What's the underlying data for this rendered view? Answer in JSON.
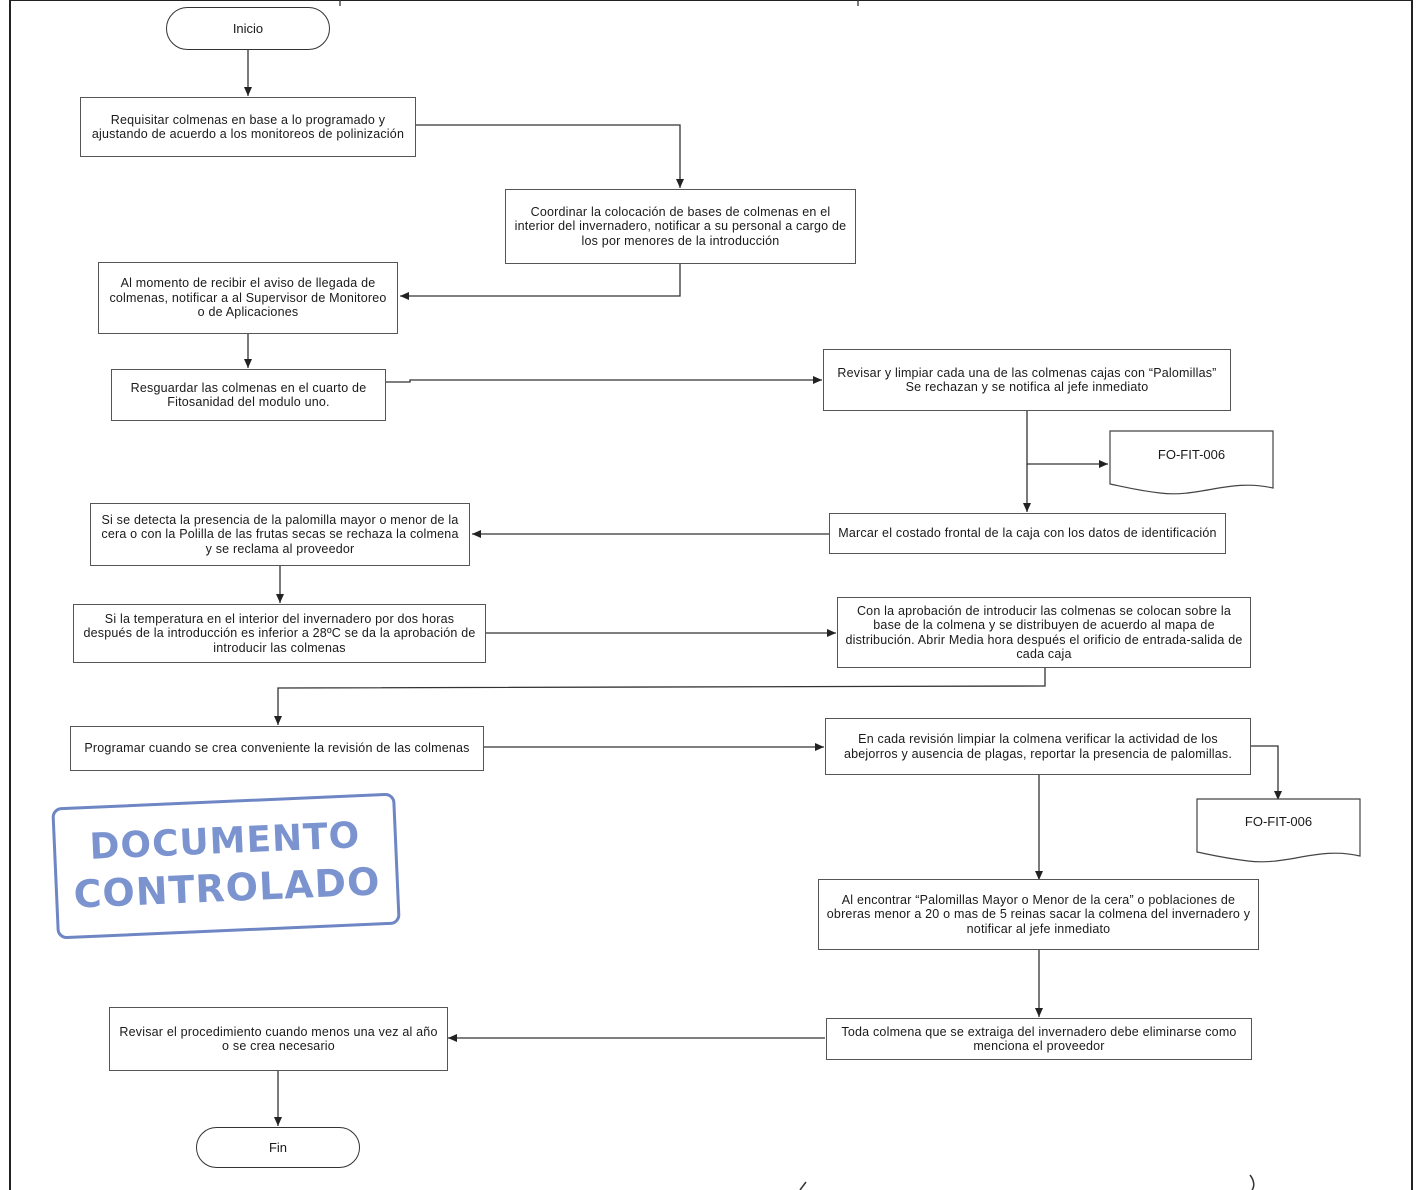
{
  "flow": {
    "start": "Inicio",
    "end": "Fin",
    "steps": {
      "s1": "Requisitar colmenas en base a lo programado y ajustando de acuerdo a los monitoreos de polinización",
      "s2": "Coordinar la colocación de bases de colmenas en el interior del invernadero, notificar a su personal a cargo de los por menores de la introducción",
      "s3": "Al momento de recibir el aviso de llegada de colmenas, notificar a al Supervisor de Monitoreo o de Aplicaciones",
      "s4": "Resguardar las colmenas en el cuarto de Fitosanidad del modulo uno.",
      "s5": "Revisar y limpiar cada una de las colmenas cajas con “Palomillas” Se rechazan y se notifica al jefe inmediato",
      "s6": "Marcar el costado frontal de la caja con los datos de identificación",
      "s7": "Si se detecta la presencia de la palomilla mayor o menor de la cera o con la Polilla de las frutas secas se rechaza la colmena y se reclama al proveedor",
      "s8": "Si la temperatura en el interior del invernadero por dos horas después de la introducción es inferior a 28ºC se da la aprobación de introducir las colmenas",
      "s9": "Con la aprobación de introducir las colmenas se colocan sobre la base de la colmena y se distribuyen de acuerdo al mapa de distribución. Abrir Media hora después el orificio de entrada-salida de cada caja",
      "s10": "Programar cuando se crea conveniente la revisión de las colmenas",
      "s11": "En cada revisión limpiar la colmena verificar la actividad de los abejorros y ausencia de plagas, reportar la presencia de palomillas.",
      "s12": "Al encontrar “Palomillas Mayor o Menor de la cera” o poblaciones de obreras menor a 20 o mas de 5 reinas sacar la colmena del invernadero y notificar al jefe inmediato",
      "s13": "Toda colmena que se extraiga del invernadero debe eliminarse como menciona el proveedor",
      "s14": "Revisar el procedimiento cuando menos una vez al año o se crea necesario"
    },
    "documents": {
      "d1": "FO-FIT-006",
      "d2": "FO-FIT-006"
    }
  },
  "stamp": {
    "line1": "DOCUMENTO",
    "line2": "CONTROLADO"
  },
  "colors": {
    "stamp": "#7b93cf",
    "line": "#333333"
  }
}
